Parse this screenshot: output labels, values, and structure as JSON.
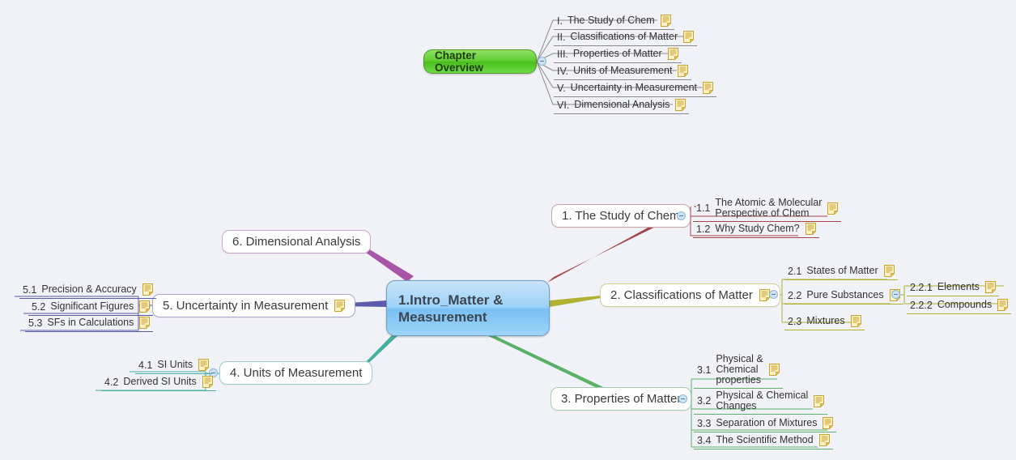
{
  "app": {
    "background": "#f1f2f7",
    "note_icon_name": "note-icon"
  },
  "floating_topic": {
    "label": "Chapter Overview",
    "color": "#4ec41c",
    "children": [
      {
        "num": "I.",
        "label": "The Study of Chem",
        "note": true
      },
      {
        "num": "II.",
        "label": "Classifications of Matter",
        "note": true
      },
      {
        "num": "III.",
        "label": "Properties of Matter",
        "note": true
      },
      {
        "num": "IV.",
        "label": "Units of Measurement",
        "note": true
      },
      {
        "num": "V.",
        "label": "Uncertainty in Measurement",
        "note": true
      },
      {
        "num": "VI.",
        "label": "Dimensional Analysis",
        "note": true
      }
    ]
  },
  "root": {
    "line1": "1.Intro_Matter &",
    "line2": "Measurement",
    "color": "#8fcbf5"
  },
  "branches": [
    {
      "id": "b1",
      "label": "1.  The Study of Chem",
      "color": "#a4454c",
      "note": false,
      "children": [
        {
          "num": "1.1",
          "label": "The Atomic & Molecular\nPerspective of Chem",
          "note": true,
          "lines": 2
        },
        {
          "num": "1.2",
          "label": "Why Study Chem?",
          "note": true,
          "lines": 1
        }
      ]
    },
    {
      "id": "b2",
      "label": "2.  Classifications of Matter",
      "color": "#b0b033",
      "note": true,
      "children": [
        {
          "num": "2.1",
          "label": "States of Matter",
          "note": true,
          "lines": 1
        },
        {
          "num": "2.2",
          "label": "Pure Substances",
          "note": true,
          "lines": 1,
          "children": [
            {
              "num": "2.2.1",
              "label": "Elements",
              "note": true
            },
            {
              "num": "2.2.2",
              "label": "Compounds",
              "note": true
            }
          ]
        },
        {
          "num": "2.3",
          "label": "Mixtures",
          "note": true,
          "lines": 1
        }
      ]
    },
    {
      "id": "b3",
      "label": "3.  Properties of Matter",
      "color": "#5cb06a",
      "note": false,
      "children": [
        {
          "num": "3.1",
          "label": "Physical &\nChemical\nproperties",
          "note": true,
          "lines": 3
        },
        {
          "num": "3.2",
          "label": "Physical & Chemical\nChanges",
          "note": true,
          "lines": 2
        },
        {
          "num": "3.3",
          "label": "Separation of Mixtures",
          "note": true,
          "lines": 1
        },
        {
          "num": "3.4",
          "label": "The Scientific Method",
          "note": true,
          "lines": 1
        }
      ]
    },
    {
      "id": "b4",
      "label": "4.  Units of Measurement",
      "color": "#45b0a0",
      "note": false,
      "children": [
        {
          "num": "4.1",
          "label": "SI Units",
          "note": true,
          "lines": 1
        },
        {
          "num": "4.2",
          "label": "Derived SI Units",
          "note": true,
          "lines": 1
        }
      ]
    },
    {
      "id": "b5",
      "label": "5.  Uncertainty in Measurement",
      "color": "#5b5bab",
      "note": true,
      "children": [
        {
          "num": "5.1",
          "label": "Precision & Accuracy",
          "note": true,
          "lines": 1
        },
        {
          "num": "5.2",
          "label": "Significant Figures",
          "note": true,
          "lines": 1
        },
        {
          "num": "5.3",
          "label": "SFs in Calculations",
          "note": true,
          "lines": 1
        }
      ]
    },
    {
      "id": "b6",
      "label": "6.  Dimensional Analysis",
      "color": "#a855a8",
      "note": false,
      "children": []
    }
  ]
}
